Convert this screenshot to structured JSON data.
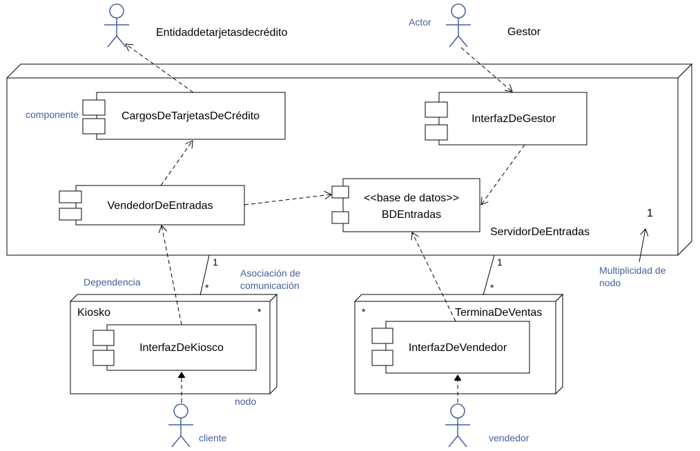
{
  "actors": {
    "entidad": "Entidaddetarjetasdecrédito",
    "gestor": "Gestor",
    "cliente": "cliente",
    "vendedor": "vendedor"
  },
  "nodes": {
    "servidor": "ServidorDeEntradas",
    "kiosko": "Kiosko",
    "terminal": "TerminaDeVentas"
  },
  "components": {
    "cargos": "CargosDeTarjetasDeCrédito",
    "interfaz_gestor": "InterfazDeGestor",
    "vendedor_entradas": "VendedorDeEntradas",
    "bd_stereotype": "<<base de datos>>",
    "bd_name": "BDEntradas",
    "interfaz_kiosco": "InterfazDeKiosco",
    "interfaz_vendedor": "InterfazDeVendedor"
  },
  "multiplicity": {
    "server": "1",
    "kiosko_server_end": "1",
    "kiosko_node_end": "*",
    "terminal_server_end": "1",
    "terminal_node_end": "*",
    "kiosko_corner": "*",
    "terminal_corner": "*"
  },
  "annotations": {
    "actor": "Actor",
    "componente": "componente",
    "dependencia": "Dependencia",
    "asociacion_1": "Asociación de",
    "asociacion_2": "comunicación",
    "multiplicidad_1": "Multiplicidad de",
    "multiplicidad_2": "nodo",
    "nodo": "nodo"
  },
  "colors": {
    "annotation": "#44609a",
    "lines": "#000000"
  }
}
